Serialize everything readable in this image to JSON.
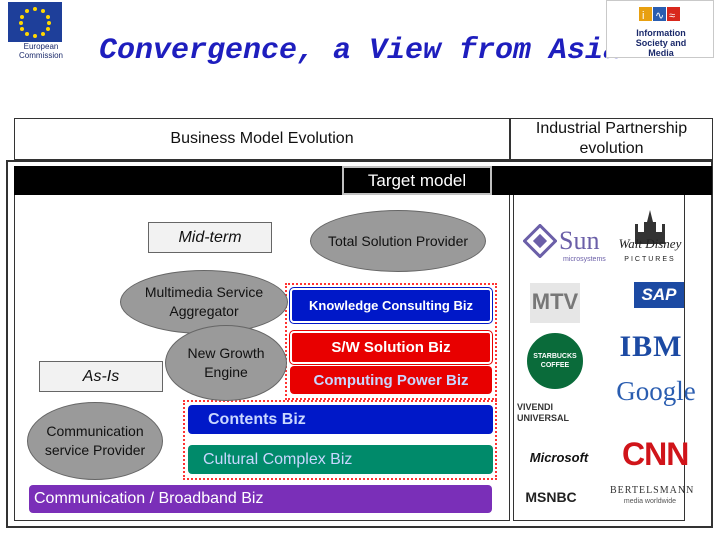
{
  "header": {
    "title": "Convergence, a View from Asia",
    "left_logo_caption": "European Commission",
    "right_logo_caption": "Information Society and Media"
  },
  "columns": {
    "left_heading": "Business Model Evolution",
    "right_heading": "Industrial Partnership evolution"
  },
  "target_model": "Target model",
  "stages": {
    "mid_term": "Mid-term",
    "as_is": "As-Is"
  },
  "ellipses": {
    "total_solution": "Total Solution Provider",
    "multimedia": "Multimedia Service Aggregator",
    "new_growth": "New Growth Engine",
    "communication": "Communication service Provider"
  },
  "businesses": {
    "knowledge": "Knowledge Consulting Biz",
    "sw": "S/W Solution Biz",
    "computing": "Computing Power Biz",
    "contents": "Contents Biz",
    "cultural": "Cultural Complex Biz",
    "broadband": "Communication / Broadband Biz"
  },
  "partner_logos": {
    "sun": "Sun",
    "sun_sub": "microsystems",
    "disney": "Walt Disney",
    "disney_sub": "PICTURES",
    "mtv": "MTV",
    "sap": "SAP",
    "starbucks": "STARBUCKS COFFEE",
    "ibm": "IBM",
    "vivendi": "VIVENDI UNIVERSAL",
    "google": "Google",
    "microsoft": "Microsoft",
    "cnn": "CNN",
    "msnbc": "MSNBC",
    "bertelsmann": "BERTELSMANN",
    "bertelsmann_sub": "media worldwide"
  },
  "colors": {
    "title": "#1e1ebe",
    "blue_box": "#0018c8",
    "red_box": "#e80000",
    "green_box": "#008a6a",
    "purple_box": "#7a2fb8",
    "ellipse": "#9a9a9a"
  }
}
